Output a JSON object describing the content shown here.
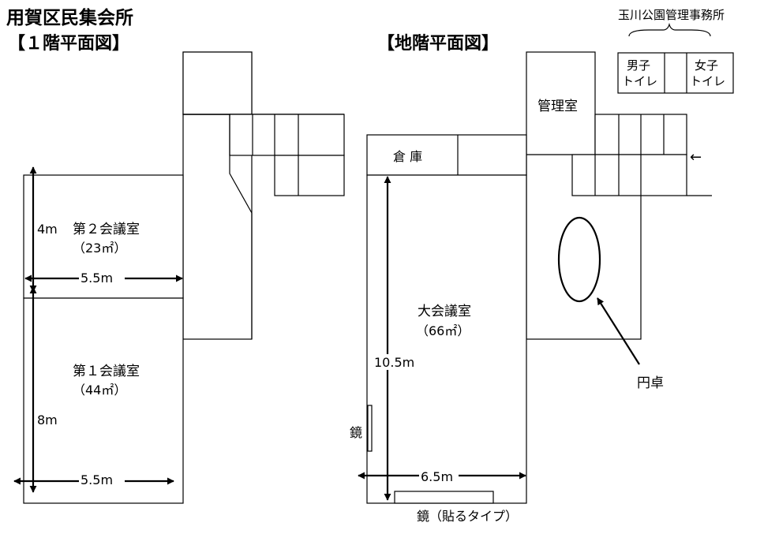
{
  "titles": {
    "facility": "用賀区民集会所",
    "floor1": "【１階平面図】",
    "basement": "【地階平面図】",
    "park_office": "玉川公園管理事務所"
  },
  "floor1": {
    "room2": {
      "name": "第２会議室",
      "area": "（23㎡）"
    },
    "room1": {
      "name": "第１会議室",
      "area": "（44㎡）"
    },
    "dims": {
      "room2_height": "4m",
      "room2_width": "5.5m",
      "room1_height": "8m",
      "room1_width": "5.5m"
    }
  },
  "basement": {
    "storage": "倉 庫",
    "office": "管理室",
    "hall": {
      "name": "大会議室",
      "area": "（66㎡）"
    },
    "dims": {
      "height": "10.5m",
      "width": "6.5m"
    },
    "mirror": "鏡",
    "mirror_stick": "鏡（貼るタイプ）",
    "round_table": "円卓",
    "entry_arrow": "←"
  },
  "toilets": {
    "men_line1": "男子",
    "men_line2": "トイレ",
    "women_line1": "女子",
    "women_line2": "トイレ"
  }
}
